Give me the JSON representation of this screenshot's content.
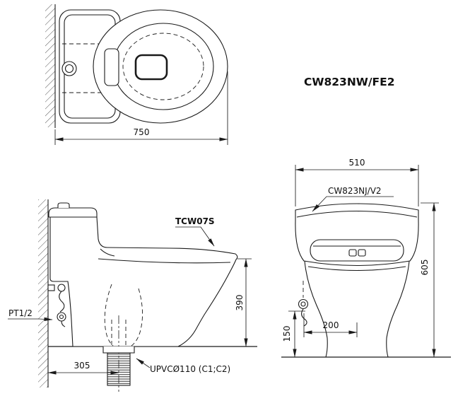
{
  "title": "CW823NW/FE2",
  "plan_view": {
    "width_mm": "750"
  },
  "side_view": {
    "seat_model": "TCW07S",
    "water_inlet": "PT1/2",
    "drain_pipe": "UPVCØ110 (C1;C2)",
    "seat_height_mm": "390",
    "drain_offset_mm": "305"
  },
  "front_view": {
    "tank_model": "CW823NJ/V2",
    "width_mm": "510",
    "total_height_mm": "605",
    "inlet_height_mm": "150",
    "inlet_offset_mm": "200"
  },
  "colors": {
    "line": "#1a1a1a",
    "background": "#ffffff"
  }
}
